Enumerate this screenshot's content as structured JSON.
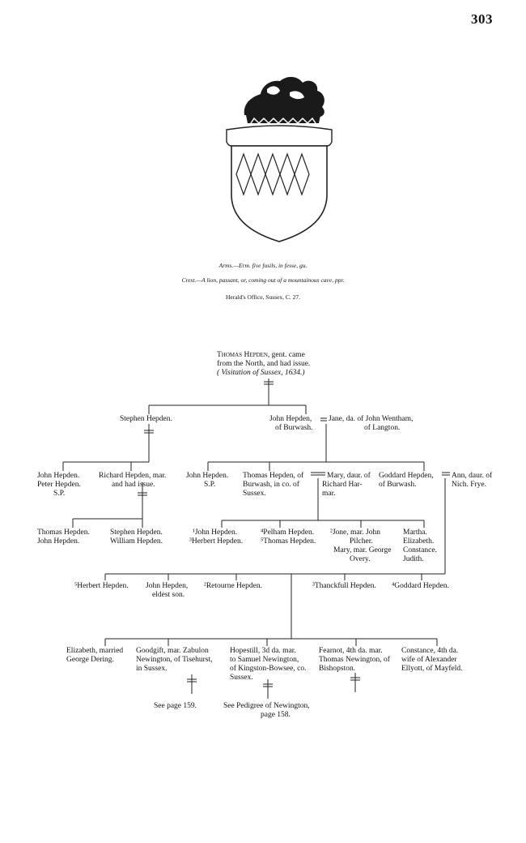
{
  "page_number": "303",
  "heraldry": {
    "arms": "Arms.—Erm. five fusils, in fesse, gu.",
    "crest": "Crest.—A lion, passant, or, coming out of a mountainous cave, ppr.",
    "source": "Herald's Office, Sussex, C. 27."
  },
  "root": {
    "name": "Thomas Hepden",
    "line1_rest": ", gent. came",
    "line2": "from the North, and had issue.",
    "line3": "( Visitation of Sussex, 1634.)"
  },
  "gen2": {
    "stephen": "Stephen Hepden.",
    "john": "John Hepden,",
    "john2": "of Burwash.",
    "jane": "Jane, da. of John Wentham,",
    "jane2": "of Langton."
  },
  "gen3": {
    "a1": "John Hepden.",
    "a2": "Peter Hepden.",
    "a3": "S.P.",
    "b1": "Richard Hepden, mar.",
    "b2": "and had issue.",
    "c1": "John Hepden.",
    "c2": "S.P.",
    "d1": "Thomas Hepden, of",
    "d2": "Burwash, in co. of",
    "d3": "Sussex.",
    "e1": "Mary, daur. of",
    "e2": "Richard Har-",
    "e3": "mar.",
    "f1": "Goddard Hepden,",
    "f2": "of Burwash.",
    "g1": "Ann, daur. of",
    "g2": "Nich. Frye."
  },
  "gen4": {
    "a1": "Thomas Hepden.",
    "a2": "John Hepden.",
    "b1": "Stephen Hepden.",
    "b2": "William Hepden.",
    "c1": "¹John Hepden.",
    "c2": "³Herbert Hepden.",
    "d1": "⁴Pelham Hepden.",
    "d2": "⁵Thomas Hepden.",
    "e1": "²Jone, mar. John",
    "e2": "Pilcher.",
    "e3": "Mary, mar. George",
    "e4": "Overy.",
    "f1": "Martha.",
    "f2": "Elizabeth.",
    "f3": "Constance.",
    "f4": "Judith."
  },
  "gen5": {
    "a": "⁵Herbert Hepden.",
    "b1": "John Hepden,",
    "b2": "eldest son.",
    "c": "²Retourne Hepden.",
    "d": "³Thanckfull Hepden.",
    "e": "⁴Goddard Hepden."
  },
  "gen6": {
    "a1": "Elizabeth, married",
    "a2": "George Dering.",
    "b1": "Goodgift, mar. Zabulon",
    "b2": "Newington, of Tisehurst,",
    "b3": "in Sussex.",
    "c1": "Hopestill, 3d da. mar.",
    "c2": "to Samuel Newington,",
    "c3": "of Kingston-Bowsee, co.",
    "c4": "Sussex.",
    "d1": "Fearnot, 4th da. mar.",
    "d2": "Thomas Newington, of",
    "d3": "Bishopston.",
    "e1": "Constance, 4th da.",
    "e2": "wife of Alexander",
    "e3": "Ellyott, of Mayfeld."
  },
  "refs": {
    "r1": "See page 159.",
    "r2": "See Pedigree of Newington,",
    "r3": "page 158."
  }
}
